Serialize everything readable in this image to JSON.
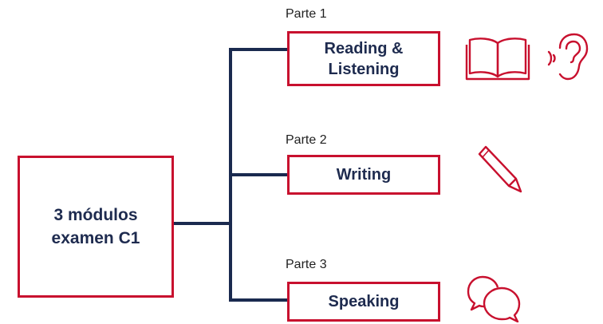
{
  "diagram": {
    "center": {
      "line1": "3 módulos",
      "line2": "examen C1"
    },
    "modules": [
      {
        "part": "Parte 1",
        "title_line1": "Reading &",
        "title_line2": "Listening",
        "icons": [
          "book-icon",
          "ear-listening-icon"
        ]
      },
      {
        "part": "Parte 2",
        "title": "Writing",
        "icons": [
          "pencil-icon"
        ]
      },
      {
        "part": "Parte 3",
        "title": "Speaking",
        "icons": [
          "speech-bubbles-icon"
        ]
      }
    ],
    "colors": {
      "accent": "#c8102e",
      "connector": "#1a2a4f",
      "text": "#1e2b4f"
    }
  }
}
